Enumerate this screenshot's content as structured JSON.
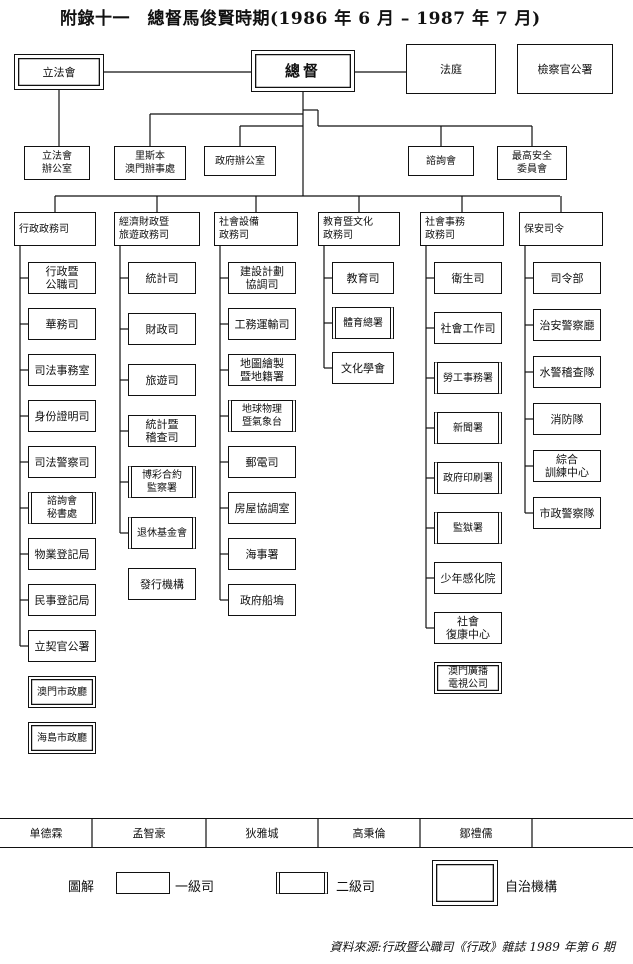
{
  "title": "附錄十一　總督馬俊賢時期(1986 年 6 月 – 1987 年 7 月)",
  "top": {
    "legislative": "立法會",
    "governor": "總督",
    "court": "法庭",
    "prosecutor": "檢察官公署"
  },
  "second": {
    "leg_office": "立法會\n辦公室",
    "lisbon_office": "里斯本\n澳門辦事處",
    "gov_office": "政府辦公室",
    "consultative": "諮詢會",
    "security_council": "最高安全\n委員會"
  },
  "columns": [
    {
      "head": "行政政務司",
      "items": [
        {
          "label": "行政暨\n公職司",
          "type": "plain"
        },
        {
          "label": "華務司",
          "type": "plain"
        },
        {
          "label": "司法事務室",
          "type": "plain"
        },
        {
          "label": "身份證明司",
          "type": "plain"
        },
        {
          "label": "司法警察司",
          "type": "plain"
        },
        {
          "label": "諮詢會\n秘書處",
          "type": "d2"
        },
        {
          "label": "物業登記局",
          "type": "plain"
        },
        {
          "label": "民事登記局",
          "type": "plain"
        },
        {
          "label": "立契官公署",
          "type": "plain"
        },
        {
          "label": "澳門市政廳",
          "type": "auto"
        },
        {
          "label": "海島市政廳",
          "type": "auto"
        }
      ]
    },
    {
      "head": "經濟財政暨\n旅遊政務司",
      "items": [
        {
          "label": "統計司",
          "type": "plain"
        },
        {
          "label": "財政司",
          "type": "plain"
        },
        {
          "label": "旅遊司",
          "type": "plain"
        },
        {
          "label": "統計暨\n稽查司",
          "type": "plain"
        },
        {
          "label": "博彩合約\n監察署",
          "type": "d2"
        },
        {
          "label": "退休基金會",
          "type": "d2"
        },
        {
          "label": "發行機構",
          "type": "plain"
        }
      ]
    },
    {
      "head": "社會設備\n政務司",
      "items": [
        {
          "label": "建設計劃\n協調司",
          "type": "plain"
        },
        {
          "label": "工務運輸司",
          "type": "plain"
        },
        {
          "label": "地圖繪製\n暨地籍署",
          "type": "plain"
        },
        {
          "label": "地球物理\n暨氣象台",
          "type": "d2"
        },
        {
          "label": "郵電司",
          "type": "plain"
        },
        {
          "label": "房屋協調室",
          "type": "plain"
        },
        {
          "label": "海事署",
          "type": "plain"
        },
        {
          "label": "政府船塢",
          "type": "plain"
        }
      ]
    },
    {
      "head": "教育暨文化\n政務司",
      "items": [
        {
          "label": "教育司",
          "type": "plain"
        },
        {
          "label": "體育總署",
          "type": "d2"
        },
        {
          "label": "文化學會",
          "type": "plain"
        }
      ]
    },
    {
      "head": "社會事務\n政務司",
      "items": [
        {
          "label": "衛生司",
          "type": "plain"
        },
        {
          "label": "社會工作司",
          "type": "plain"
        },
        {
          "label": "勞工事務署",
          "type": "d2"
        },
        {
          "label": "新聞署",
          "type": "d2"
        },
        {
          "label": "政府印刷署",
          "type": "d2"
        },
        {
          "label": "監獄署",
          "type": "d2"
        },
        {
          "label": "少年感化院",
          "type": "plain"
        },
        {
          "label": "社會\n復康中心",
          "type": "plain"
        },
        {
          "label": "澳門廣播\n電視公司",
          "type": "auto"
        }
      ]
    },
    {
      "head": "保安司令",
      "items": [
        {
          "label": "司令部",
          "type": "plain"
        },
        {
          "label": "治安警察廳",
          "type": "plain"
        },
        {
          "label": "水警稽查隊",
          "type": "plain"
        },
        {
          "label": "消防隊",
          "type": "plain"
        },
        {
          "label": "綜合\n訓練中心",
          "type": "plain"
        },
        {
          "label": "市政警察隊",
          "type": "plain"
        }
      ]
    }
  ],
  "secretaries": [
    "单德霖",
    "孟智豪",
    "狄雅城",
    "高秉倫",
    "鄒禮儒"
  ],
  "legend": {
    "title": "圖解",
    "level1": "一級司",
    "level2": "二級司",
    "autonomous": "自治機構"
  },
  "source": "資料來源:行政暨公職司《行政》雜誌 1989 年第 6 期"
}
